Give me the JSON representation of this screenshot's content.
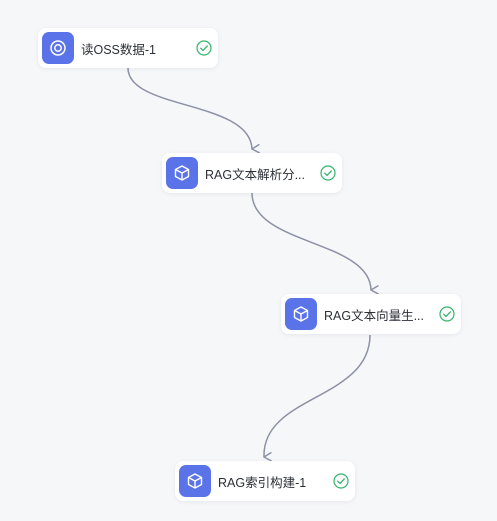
{
  "canvas": {
    "background": "#f6f7f9"
  },
  "colors": {
    "node_icon_bg": "#5b73e8",
    "success": "#34b36b",
    "edge": "#8c91a6"
  },
  "nodes": [
    {
      "label": "读OSS数据-1",
      "icon": "oss-data-source-icon",
      "status": "success-check-icon"
    },
    {
      "label": "RAG文本解析分...",
      "icon": "cube-icon",
      "status": "success-check-icon"
    },
    {
      "label": "RAG文本向量生...",
      "icon": "cube-icon",
      "status": "success-check-icon"
    },
    {
      "label": "RAG索引构建-1",
      "icon": "cube-icon",
      "status": "success-check-icon"
    }
  ]
}
